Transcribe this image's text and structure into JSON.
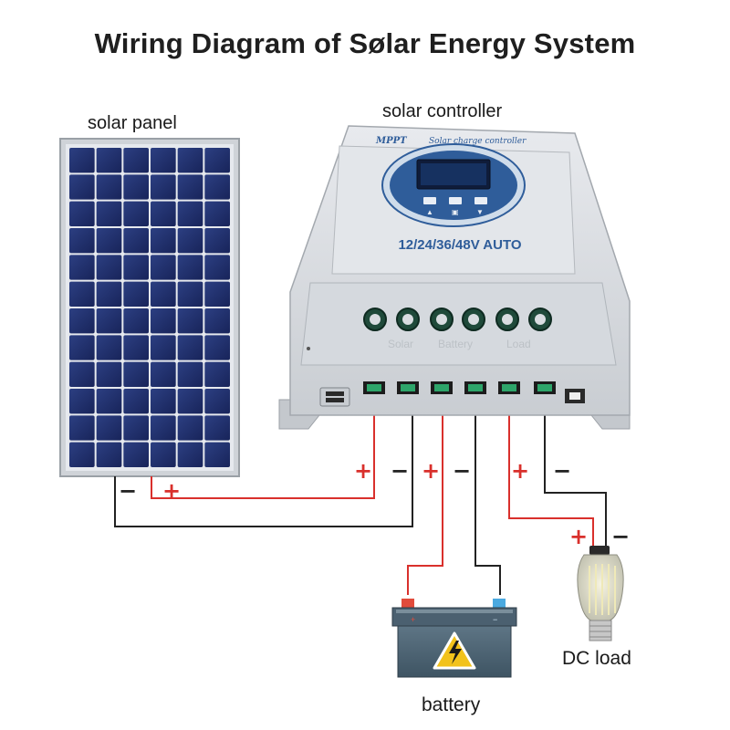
{
  "title": "Wiring Diagram of Sølar Energy System",
  "labels": {
    "solar_panel": "solar panel",
    "solar_controller": "solar controller",
    "dc_load": "DC load",
    "battery": "battery"
  },
  "controller": {
    "brand": "MPPT",
    "subtitle": "Solar charge controller",
    "voltage": "12/24/36/48V AUTO",
    "port_labels": [
      "Solar",
      "Battery",
      "Load"
    ]
  },
  "polarity": {
    "plus": "+",
    "minus": "−"
  },
  "colors": {
    "positive_wire": "#d9302c",
    "negative_wire": "#222222",
    "panel_cell": "#1f2f6b",
    "controller_body": "#dcdfe3",
    "display_ring": "#2f5d9a"
  }
}
